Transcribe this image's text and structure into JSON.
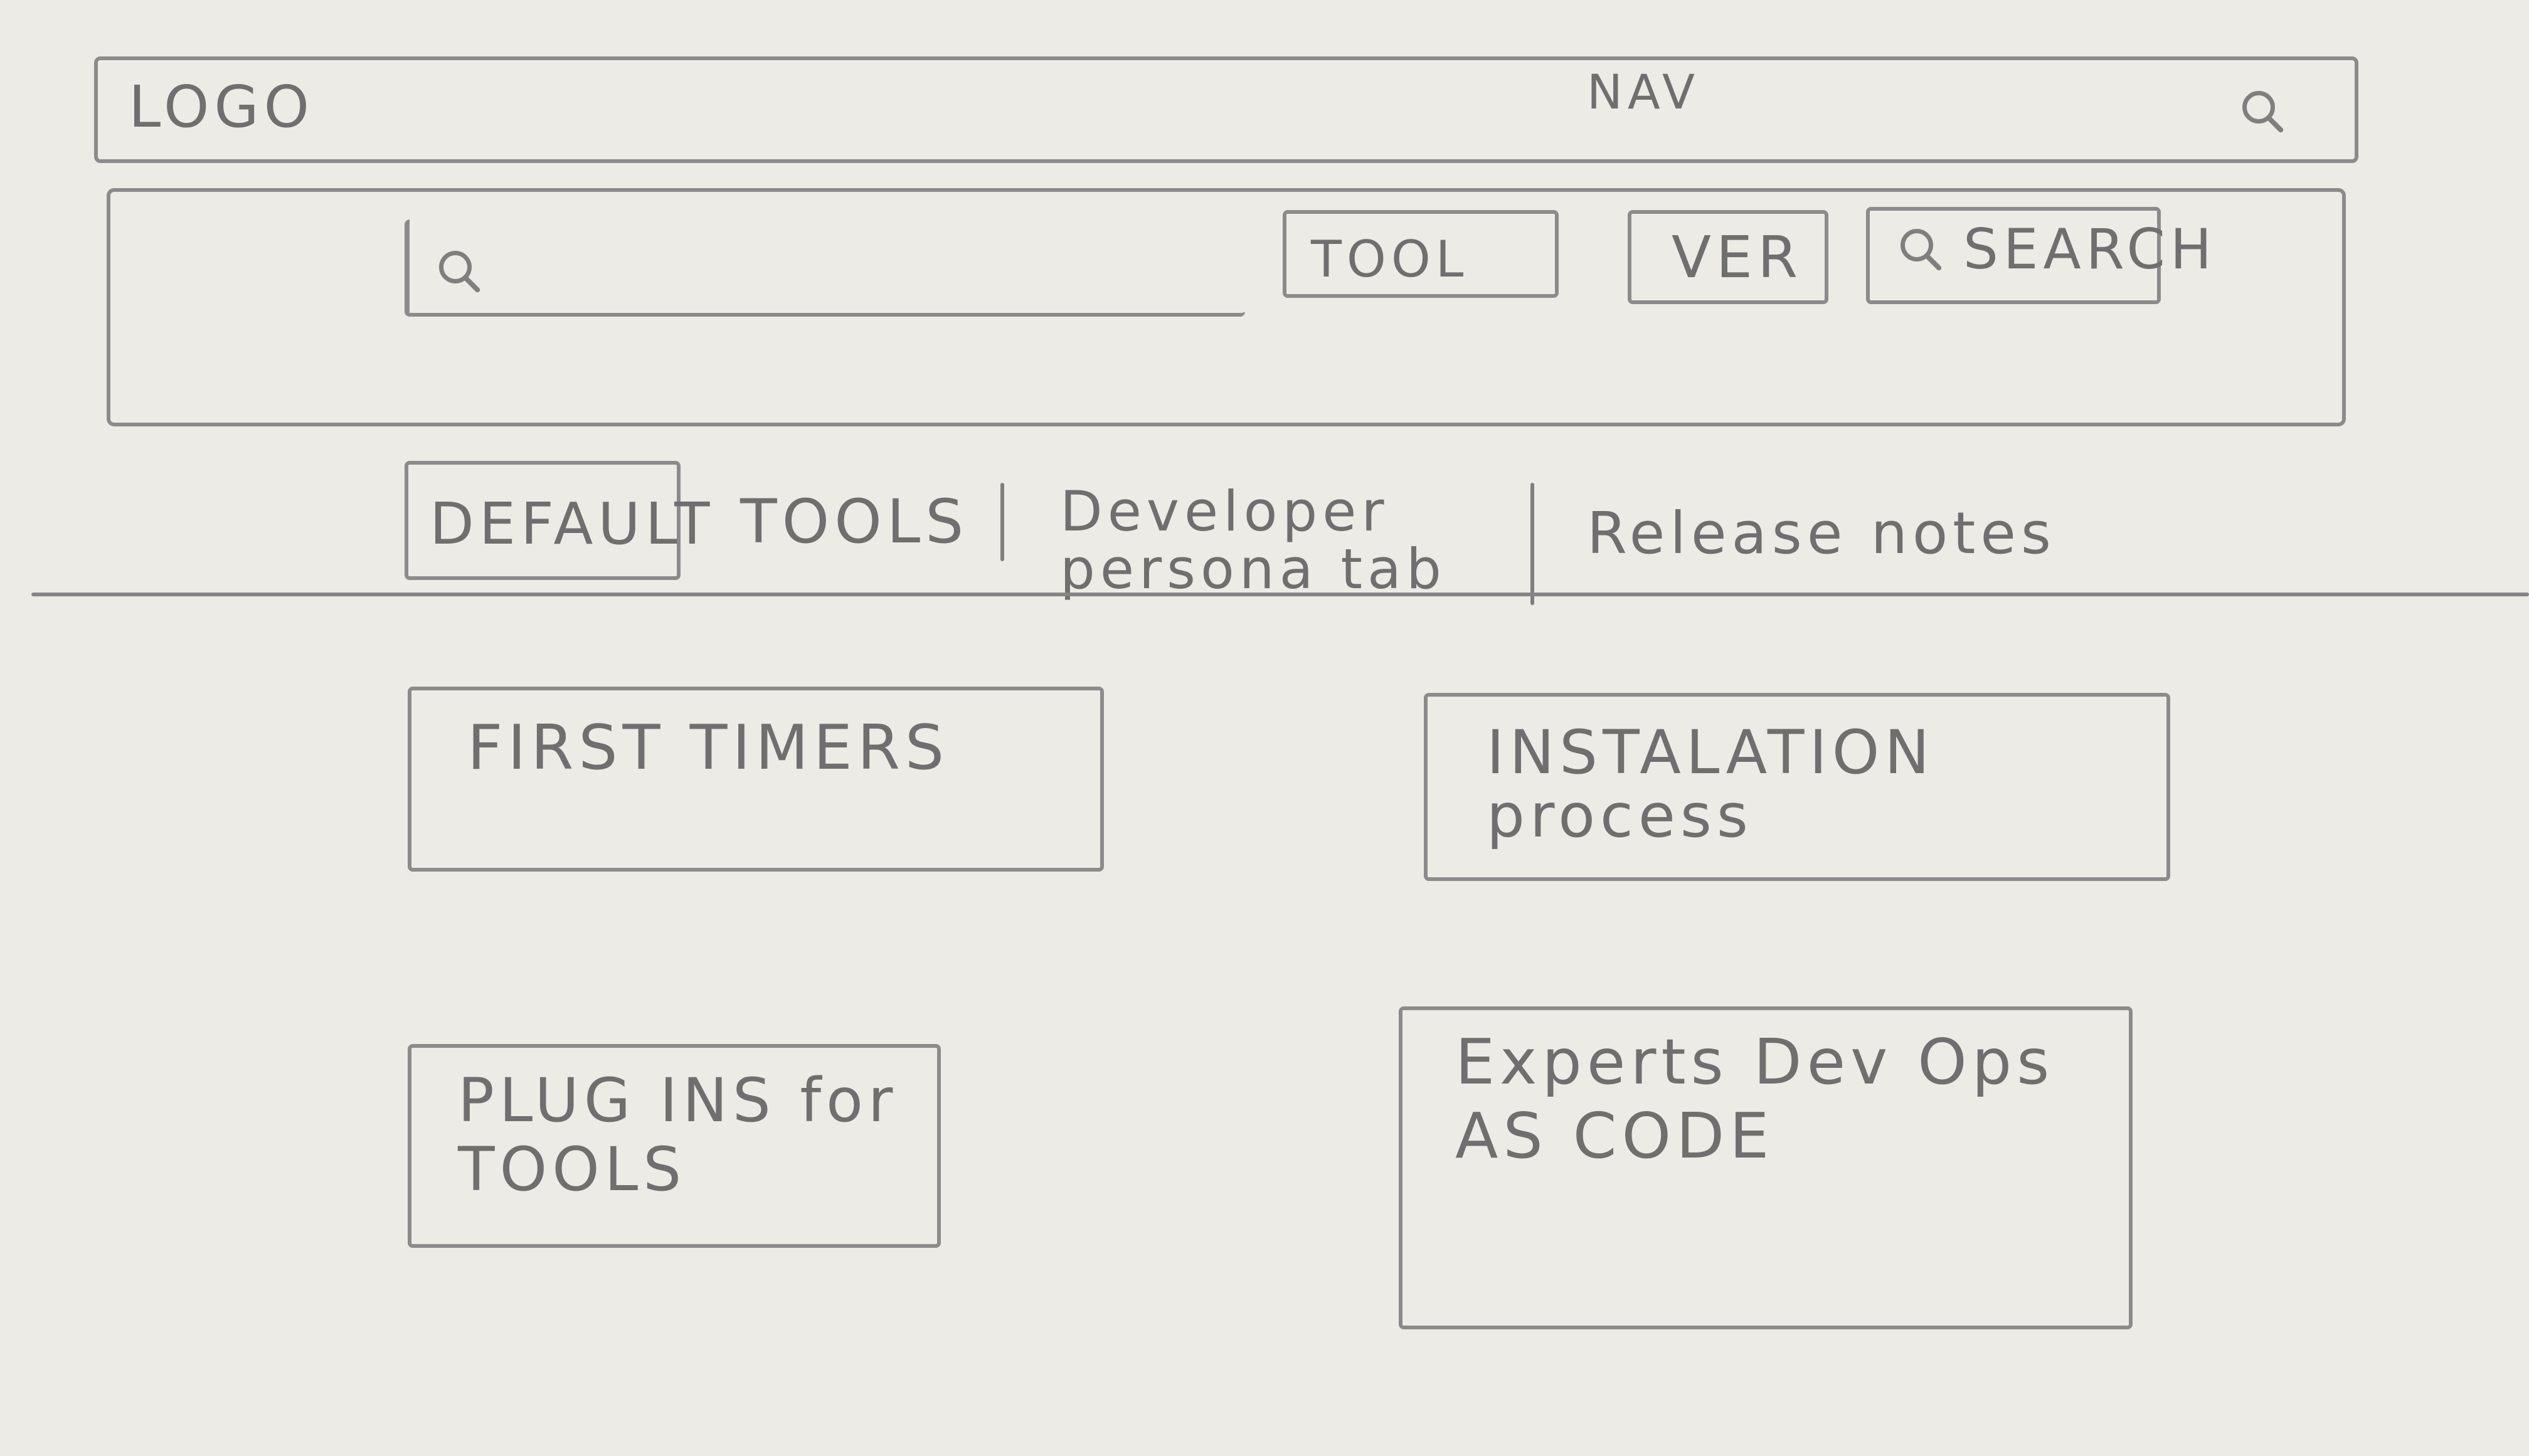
{
  "header": {
    "logo": "LOGO",
    "nav": "NAV",
    "search_icon": "search-icon"
  },
  "search_bar": {
    "input_icon": "search-icon",
    "input_value": "",
    "tool": "TOOL",
    "ver": "VER",
    "search_button": "SEARCH"
  },
  "tabs": [
    {
      "label": "DEFAULT",
      "selected": true
    },
    {
      "label": "TOOLS"
    },
    {
      "label": "Developer persona tab"
    },
    {
      "label": "Release notes"
    }
  ],
  "cards": [
    {
      "title": "FIRST TIMERS"
    },
    {
      "title": "INSTALATION process"
    },
    {
      "title": "PLUG INS for TOOLS"
    },
    {
      "title": "Experts Dev Ops AS CODE"
    }
  ]
}
